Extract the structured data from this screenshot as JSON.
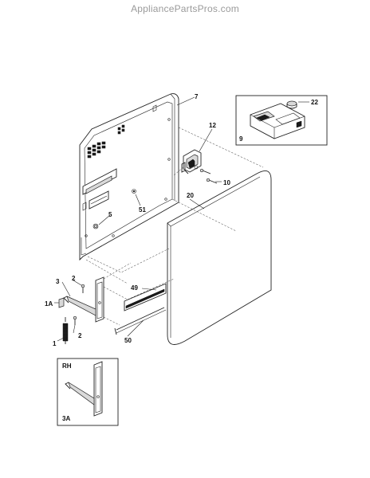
{
  "watermark": "AppliancePartsPros.com",
  "callouts": {
    "p7": "7",
    "p12": "12",
    "p10": "10",
    "p20": "20",
    "p51": "51",
    "p5": "5",
    "p49": "49",
    "p50": "50",
    "p3": "3",
    "p2a": "2",
    "p1A": "1A",
    "p2b": "2",
    "p1": "1",
    "p22": "22",
    "p9": "9"
  },
  "inset": {
    "side": "RH",
    "part": "3A"
  }
}
